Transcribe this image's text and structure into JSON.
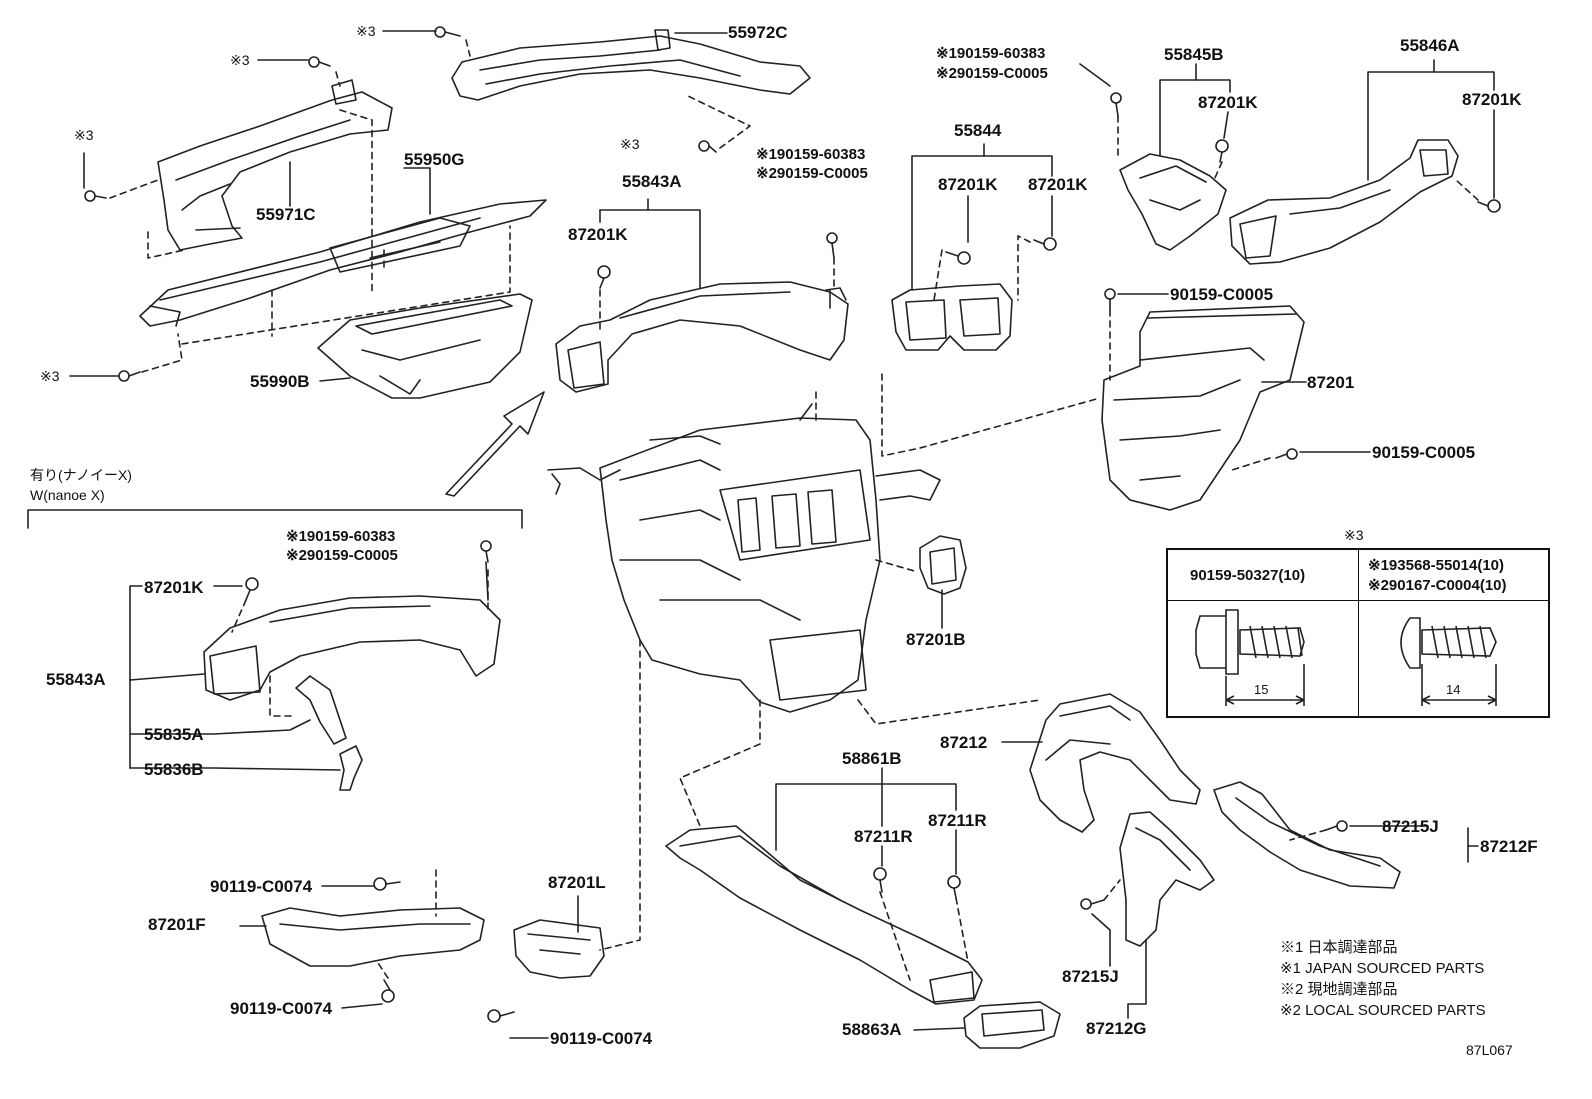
{
  "parts": {
    "p55972C": "55972C",
    "p55971C": "55971C",
    "p55950G": "55950G",
    "p55990B": "55990B",
    "p55843A_top": "55843A",
    "p87201K_a": "87201K",
    "p55844": "55844",
    "p87201K_b": "87201K",
    "p87201K_c": "87201K",
    "p55845B": "55845B",
    "p87201K_d": "87201K",
    "p55846A": "55846A",
    "p87201K_e": "87201K",
    "p87201": "87201",
    "p87201B": "87201B",
    "p87201K_f": "87201K",
    "p55843A_left": "55843A",
    "p55835A": "55835A",
    "p55836B": "55836B",
    "p87212": "87212",
    "p58861B": "58861B",
    "p87211R_a": "87211R",
    "p87211R_b": "87211R",
    "p87215J_a": "87215J",
    "p87212F": "87212F",
    "p87215J_b": "87215J",
    "p87212G": "87212G",
    "p58863A": "58863A",
    "p87201L": "87201L",
    "p87201F": "87201F"
  },
  "bolts": {
    "b90159_C0005_a": "90159-C0005",
    "b90159_C0005_b": "90159-C0005",
    "b90119_C0074_a": "90119-C0074",
    "b90119_C0074_b": "90119-C0074",
    "b90119_C0074_c": "90119-C0074"
  },
  "refs": {
    "r3_a": "※3",
    "r3_b": "※3",
    "r3_c": "※3",
    "r3_d": "※3",
    "r3_e": "※3"
  },
  "dual_refs": {
    "d1_top_1": "※190159-60383",
    "d1_top_2": "※290159-C0005",
    "d2_top_1": "※190159-60383",
    "d2_top_2": "※290159-C0005",
    "d3_1": "※190159-60383",
    "d3_2": "※290159-C0005"
  },
  "option_group": {
    "line1": "有り(ナノイーX)",
    "line2": "W(nanoe X)"
  },
  "table": {
    "title": "※3",
    "col1_header": "90159-50327(10)",
    "col2_header_1": "※193568-55014(10)",
    "col2_header_2": "※290167-C0004(10)",
    "col1_length": "15",
    "col2_length": "14"
  },
  "legend": {
    "l1": "※1 日本調達部品",
    "l2": "※1 JAPAN SOURCED PARTS",
    "l3": "※2 現地調達部品",
    "l4": "※2 LOCAL SOURCED PARTS"
  },
  "figure_code": "87L067"
}
